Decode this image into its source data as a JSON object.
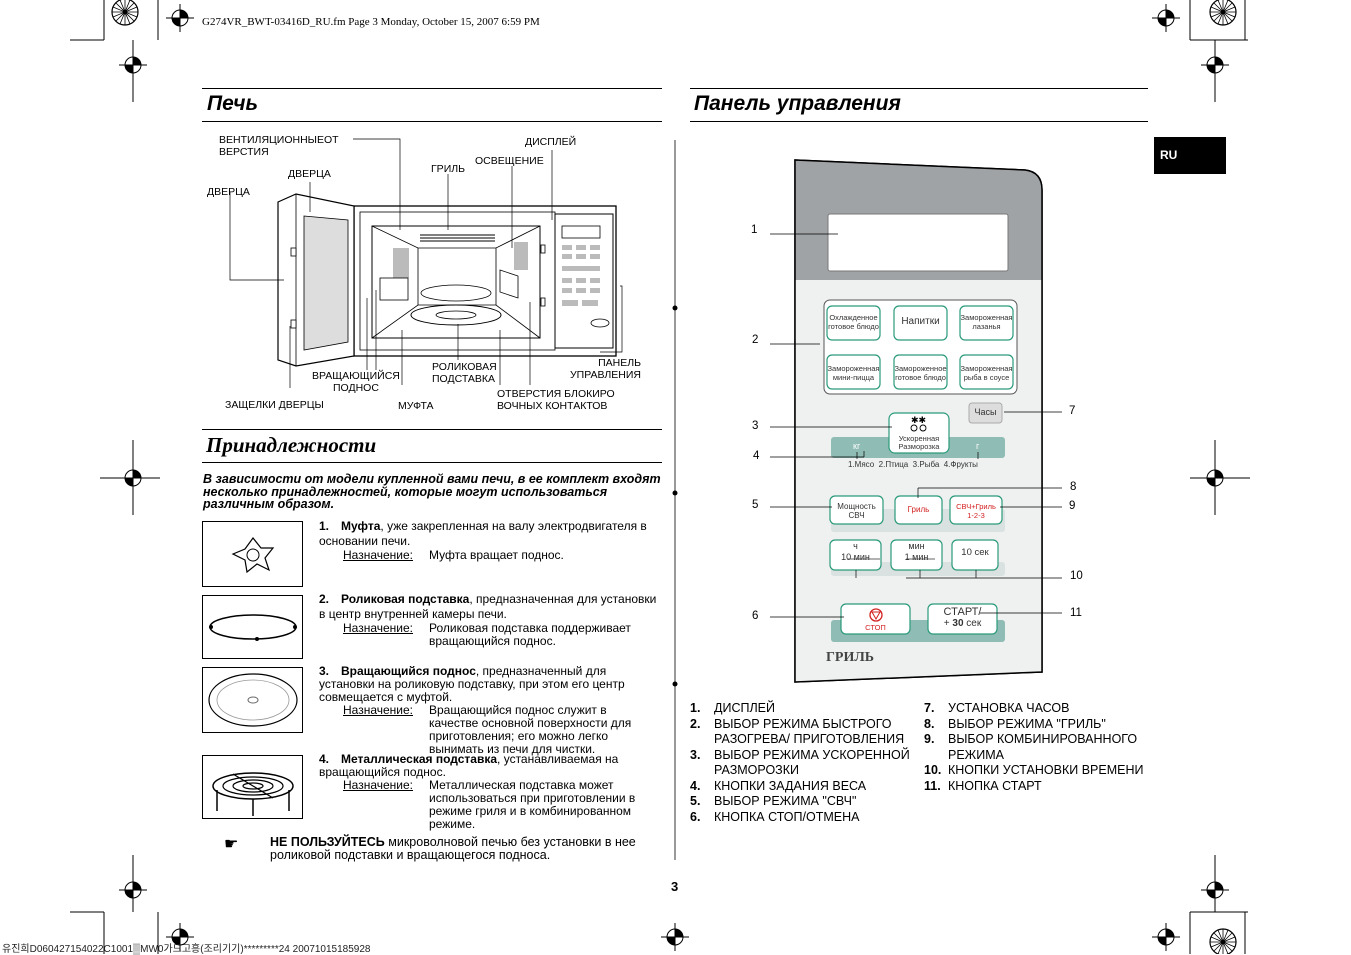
{
  "header": {
    "file_info": "G274VR_BWT-03416D_RU.fm  Page 3  Monday, October 15, 2007  6:59 PM"
  },
  "language_tab": "RU",
  "oven": {
    "title": "Печь",
    "labels": {
      "vent": "ВЕНТИЛЯЦИОННЫЕОТ\nВЕРСТИЯ",
      "door1": "ДВЕРЦА",
      "door2": "ДВЕРЦА",
      "grill": "ГРИЛЬ",
      "light": "ОСВЕЩЕНИЕ",
      "display": "ДИСПЛЕЙ",
      "turntable": "ВРАЩАЮЩИЙСЯ\nПОДНОС",
      "roller": "РОЛИКОВАЯ\nПОДСТАВКА",
      "panel": "ПАНЕЛЬ\nУПРАВЛЕНИЯ",
      "latches": "ЗАЩЕЛКИ ДВЕРЦЫ",
      "coupler": "МУФТА",
      "interlock": "ОТВЕРСТИЯ БЛОКИРО\nВОЧНЫХ КОНТАКТОВ"
    }
  },
  "accessories": {
    "title": "Принадлежности",
    "intro": "В зависимости от модели купленной вами печи, в ее комплект входят несколько принадлежностей, которые могут использоваться различным образом.",
    "items": [
      {
        "n": "1.",
        "name": "Муфта",
        "desc": ", уже закрепленная на валу электродвигателя в основании печи.",
        "purpose_label": "Назначение:",
        "purpose": "Муфта вращает поднос."
      },
      {
        "n": "2.",
        "name": "Роликовая подставка",
        "desc": ", предназначенная для установки в центр внутренней камеры печи.",
        "purpose_label": "Назначение:",
        "purpose": "Роликовая подставка поддерживает вращающийся поднос."
      },
      {
        "n": "3.",
        "name": "Вращающийся поднос",
        "desc": ", предназначенный для установки на роликовую подставку, при этом его центр совмещается с муфтой.",
        "purpose_label": "Назначение:",
        "purpose": "Вращающийся поднос служит в качестве основной поверхности для приготовления; его можно легко вынимать из печи для чистки."
      },
      {
        "n": "4.",
        "name": "Металлическая подставка",
        "desc": ", устанавливаемая на вращающийся поднос.",
        "purpose_label": "Назначение:",
        "purpose": "Металлическая подставка может использоваться при приготовлении в режиме гриля и в комбинированном режиме."
      }
    ],
    "warning_bold": "НЕ ПОЛЬЗУЙТЕСЬ",
    "warning_rest": " микроволновой печью без установки в нее роликовой подставки и вращающегося подноса."
  },
  "control_panel": {
    "title": "Панель управления",
    "callouts": [
      "1",
      "2",
      "3",
      "4",
      "5",
      "6",
      "7",
      "8",
      "9",
      "10",
      "11"
    ],
    "buttons": {
      "b1": "Охлажденное\nготовое блюдо",
      "b2": "Напитки",
      "b3": "Замороженная\nлазанья",
      "b4": "Замороженная\nмини-пицца",
      "b5": "Замороженное\nготовое блюдо",
      "b6": "Замороженная\nрыба в соусе",
      "clock": "Часы",
      "defrost": "Ускоренная\nРазморозка",
      "kg": "кг",
      "g": "г",
      "defrost_list": "1.Мясо  2.Птица  3.Рыба  4.Фрукты",
      "power": "Мощность\nСВЧ",
      "grill": "Гриль",
      "combo": "СВЧ+Гриль\n1-2-3",
      "h_top": "ч",
      "h_bot": "10 мин",
      "m_top": "мин",
      "m_bot": "1 мин",
      "sec": "10 сек",
      "stop": "СТОП",
      "start_top": "СТАРТ/",
      "start_plus": "+",
      "start_num": "30",
      "start_unit": "сек",
      "brand": "ГРИЛЬ"
    },
    "list_left": [
      {
        "n": "1.",
        "text": "ДИСПЛЕЙ"
      },
      {
        "n": "2.",
        "text": "ВЫБОР РЕЖИМА БЫСТРОГО РАЗОГРЕВА/ ПРИГОТОВЛЕНИЯ"
      },
      {
        "n": "3.",
        "text": "ВЫБОР РЕЖИМА УСКОРЕННОЙ РАЗМОРОЗКИ"
      },
      {
        "n": "4.",
        "text": "КНОПКИ ЗАДАНИЯ ВЕСА"
      },
      {
        "n": "5.",
        "text": "ВЫБОР РЕЖИМА \"СВЧ\""
      },
      {
        "n": "6.",
        "text": "КНОПКА СТОП/ОТМЕНА"
      }
    ],
    "list_right": [
      {
        "n": "7.",
        "text": "УСТАНОВКА ЧАСОВ"
      },
      {
        "n": "8.",
        "text": "ВЫБОР РЕЖИМА \"ГРИЛЬ\""
      },
      {
        "n": "9.",
        "text": "ВЫБОР КОМБИНИРОВАННОГО РЕЖИМА"
      },
      {
        "n": "10.",
        "text": "КНОПКИ УСТАНОВКИ ВРЕМЕНИ"
      },
      {
        "n": "11.",
        "text": "КНОПКА СТАРТ"
      }
    ]
  },
  "page_number": "3",
  "footer": "유진희D060427154022C1001▒MW0가드고흥(조리기기)*********24 20071015185928",
  "colors": {
    "panel_teal": "#8fbcb4",
    "button_border": "#2a9a7a",
    "red": "#d32020"
  }
}
